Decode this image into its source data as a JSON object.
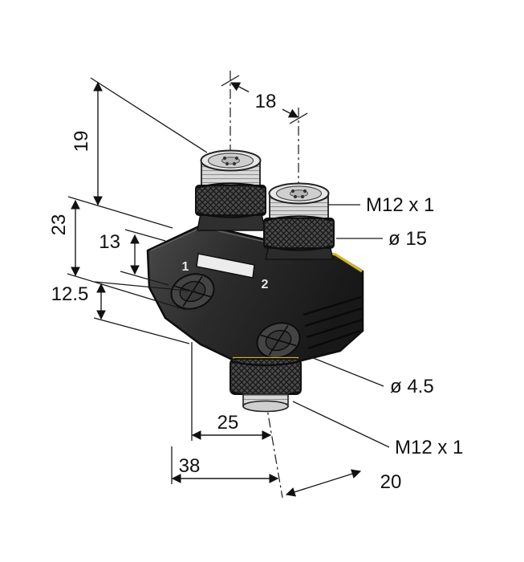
{
  "figure": {
    "background": "#ffffff",
    "line_color": "#1a1a1a",
    "body_color": "#2b2b2b",
    "accent_color": "#d8b619",
    "labels": {
      "dim_19": "19",
      "dim_18": "18",
      "dim_23": "23",
      "dim_13": "13",
      "dim_12_5": "12.5",
      "dim_25": "25",
      "dim_38": "38",
      "dim_20": "20",
      "thread_top": "M12 x 1",
      "diameter_top": "ø 15",
      "diameter_hole": "ø 4.5",
      "thread_bottom": "M12 x 1",
      "port_1": "1",
      "port_2": "2"
    }
  }
}
